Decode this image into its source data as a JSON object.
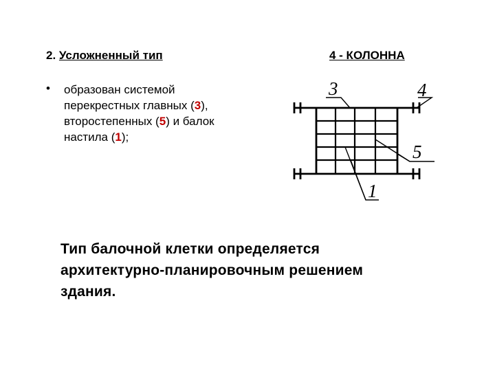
{
  "heading_left": {
    "number": "2.",
    "title": "Усложненный тип"
  },
  "heading_right": "4 - КОЛОННА",
  "bullet": {
    "symbol": "•",
    "line1": "образован системой",
    "line2_pre": "перекрестных главных (",
    "line2_num": "3",
    "line2_post": "),",
    "line3_pre": "второстепенных (",
    "line3_num": "5",
    "line3_post": ") и балок",
    "line4_pre": "настила (",
    "line4_num": "1",
    "line4_post": ");"
  },
  "diagram": {
    "label_3": "3",
    "label_4": "4",
    "label_5": "5",
    "label_1": "1"
  },
  "conclusion": {
    "line1": "Тип балочной клетки определяется",
    "line2": "архитектурно-планировочным решением",
    "line3": "здания."
  },
  "colors": {
    "highlight": "#c00000",
    "text": "#000000"
  }
}
